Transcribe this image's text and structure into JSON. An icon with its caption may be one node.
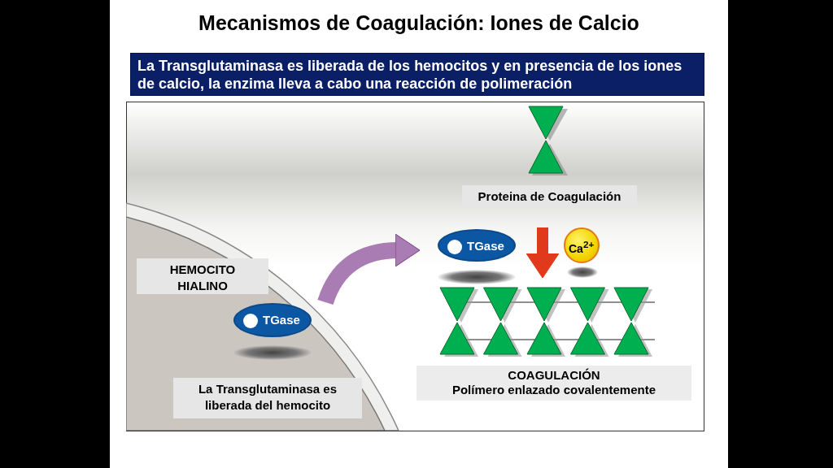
{
  "diagram": {
    "title": "Mecanismos de Coagulación: Iones de Calcio",
    "nodes": [
      {
        "text": [
          "HEMOCITO HIALINO",
          "La Transglutaminasa es liberada del hemocito"
        ]
      },
      {
        "text": [
          "TGase"
        ],
        "in": 0
      },
      {
        "text": [
          "Proteina de Coagulación"
        ]
      },
      {
        "text": [
          "TGase"
        ]
      },
      {
        "text": [
          "Ca$^{2+}$"
        ]
      },
      {
        "text": [
          "COAGULACIÓN",
          "Polímero enlazado covalentemente"
        ]
      }
    ],
    "edges": [
      {
        "from": 0,
        "to": 3,
        "arrow": "to",
        "color": "#a97cb4"
      },
      {
        "from": null,
        "to": 5,
        "arrow": "to",
        "color": "#e0391c"
      }
    ],
    "labels": [
      "La Transglutaminasa es liberada de los hemocitos y en presencia de los iones de calcio, la enzima lleva a cabo una reacción de polimeración"
    ]
  }
}
